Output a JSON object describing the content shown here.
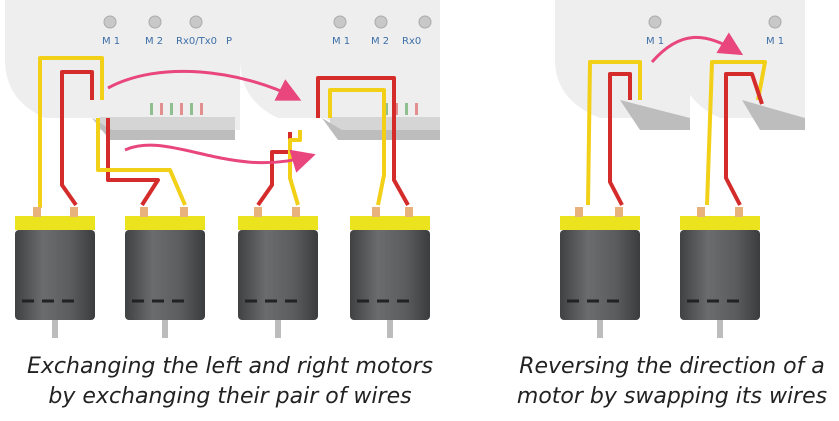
{
  "labels": {
    "m1": "M 1",
    "m2": "M 2",
    "rx": "Rx0/Tx0",
    "partial_p": "P",
    "partial_rx": "Rx0"
  },
  "captions": {
    "left_line1": "Exchanging the left and right motors",
    "left_line2": "by exchanging their pair of wires",
    "right_line1": "Reversing the direction of a",
    "right_line2": "motor by swapping its wires"
  },
  "colors": {
    "wire_red": "#d42b2b",
    "wire_yellow": "#f2d017",
    "arrow": "#e8467c",
    "board": "#eeeeee",
    "motor_band": "#ece31f",
    "motor_body": "#5b5d5f"
  }
}
